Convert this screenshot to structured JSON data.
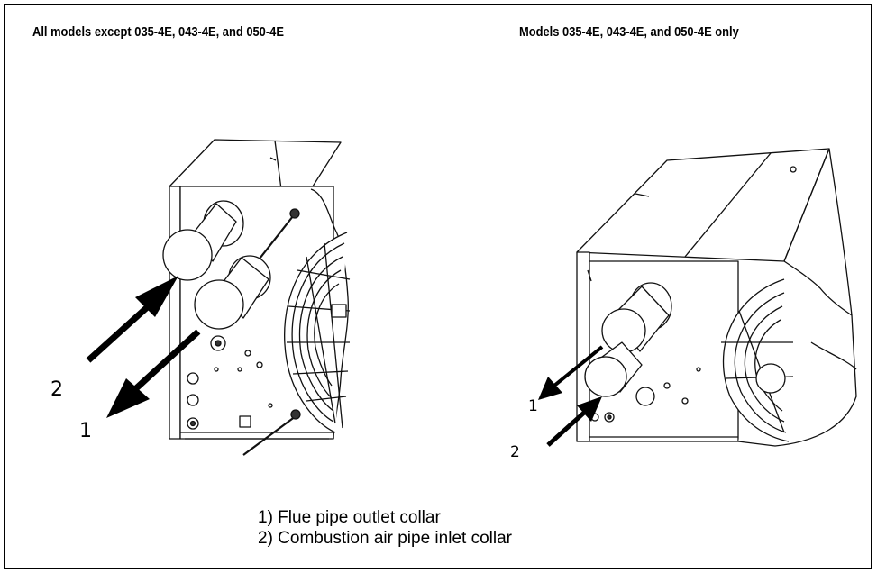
{
  "headings": {
    "left": "All models except 035-4E, 043-4E, and 050-4E",
    "right": "Models 035-4E, 043-4E, and 050-4E only"
  },
  "callouts": {
    "left_1": "1",
    "left_2": "2",
    "right_1": "1",
    "right_2": "2"
  },
  "legend": [
    "1) Flue pipe outlet collar",
    "2) Combustion air pipe inlet collar"
  ]
}
